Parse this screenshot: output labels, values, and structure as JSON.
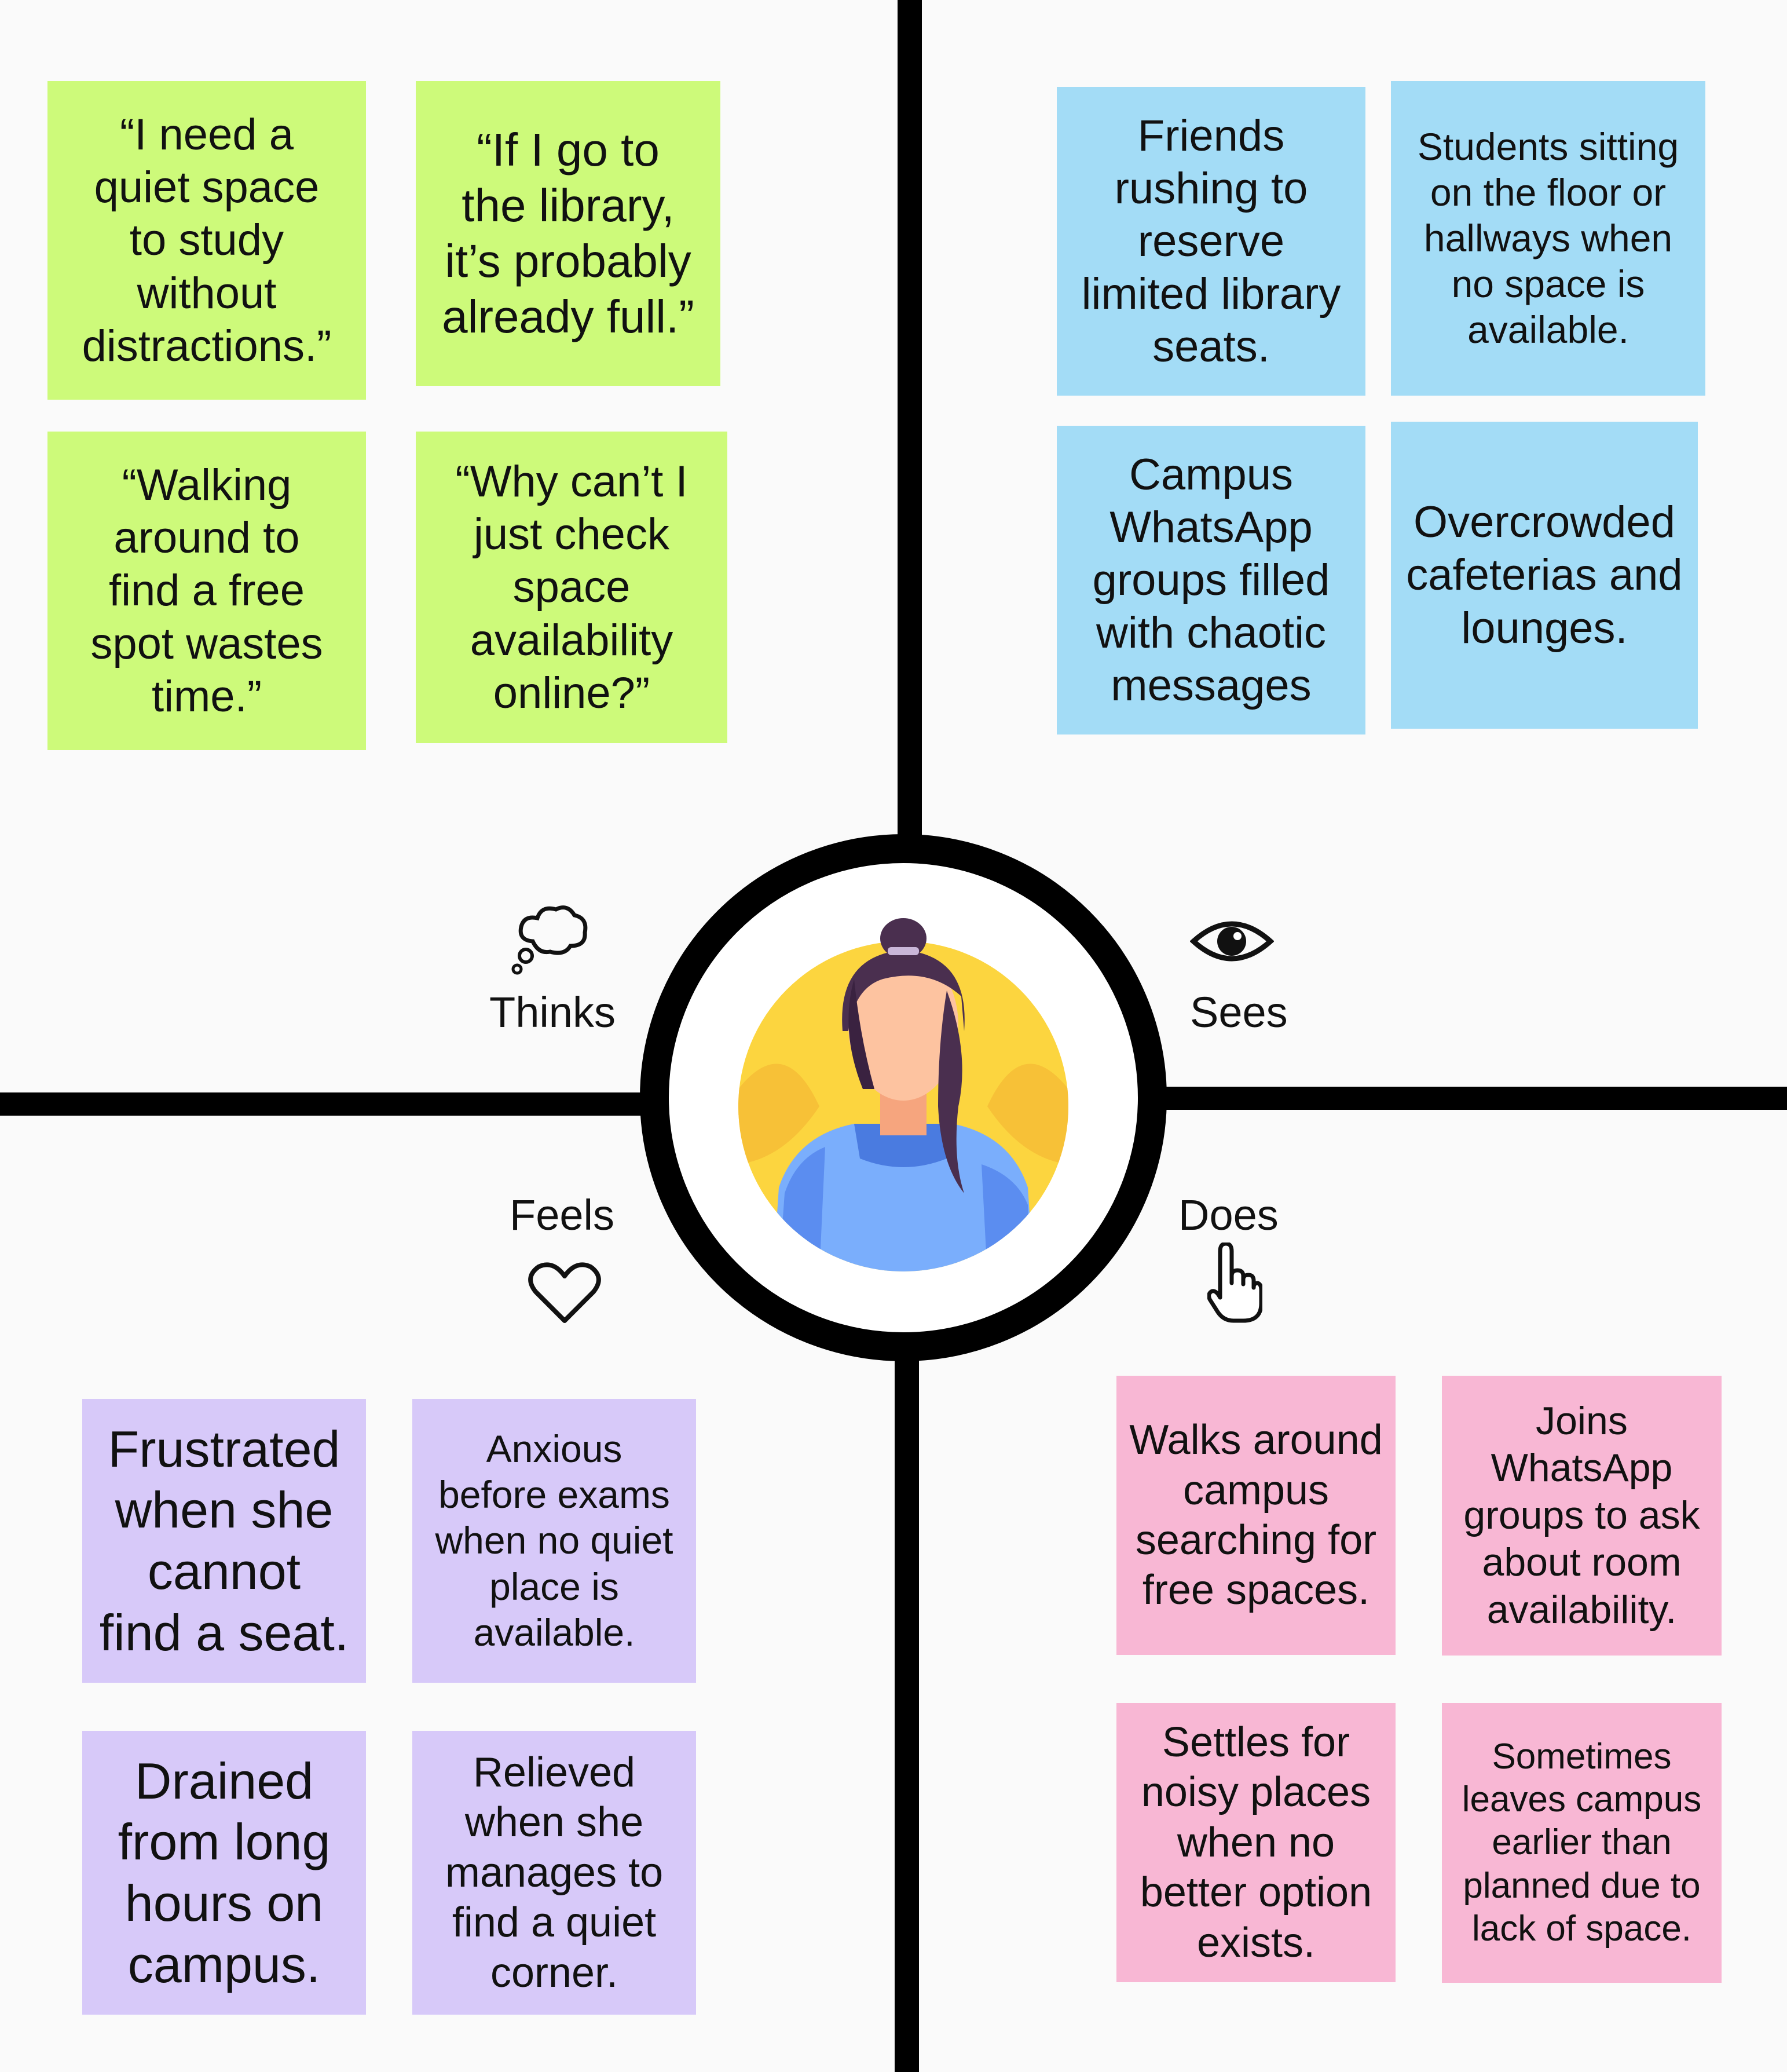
{
  "sections": {
    "thinks": {
      "label": "Thinks",
      "icon": "thought-bubble-icon",
      "color": "#cdfa7a",
      "notes": [
        "“I need a\nquiet space\nto study\nwithout\ndistractions.”",
        "“If I go to\nthe library,\nit’s probably\nalready full.”",
        "“Walking\naround to\nfind a free\nspot wastes\ntime.”",
        "“Why can’t I\njust check\nspace\navailability\nonline?”"
      ]
    },
    "sees": {
      "label": "Sees",
      "icon": "eye-icon",
      "color": "#a3dcf6",
      "notes": [
        "Friends\nrushing to\nreserve\nlimited library\nseats.",
        "Students sitting\non the floor or\nhallways when\nno space is\navailable.",
        "Campus\nWhatsApp\ngroups filled\nwith chaotic\nmessages",
        "Overcrowded\ncafeterias and\nlounges."
      ]
    },
    "feels": {
      "label": "Feels",
      "icon": "heart-icon",
      "color": "#d7c9f9",
      "notes": [
        "Frustrated\nwhen she\ncannot\nfind a seat.",
        "Anxious\nbefore exams\nwhen no quiet\nplace is\navailable.",
        "Drained\nfrom long\nhours on\ncampus.",
        "Relieved\nwhen she\nmanages to\nfind a quiet\ncorner."
      ]
    },
    "does": {
      "label": "Does",
      "icon": "pointing-hand-icon",
      "color": "#f8b7d4",
      "notes": [
        "Walks around\ncampus\nsearching for\nfree spaces.",
        "Joins\nWhatsApp\ngroups to ask\nabout room\navailability.",
        "Settles for\nnoisy places\nwhen no\nbetter option\nexists.",
        "Sometimes\nleaves campus\nearlier than\nplanned due to\nlack of space."
      ]
    }
  },
  "center": {
    "icon": "user-avatar-icon"
  }
}
